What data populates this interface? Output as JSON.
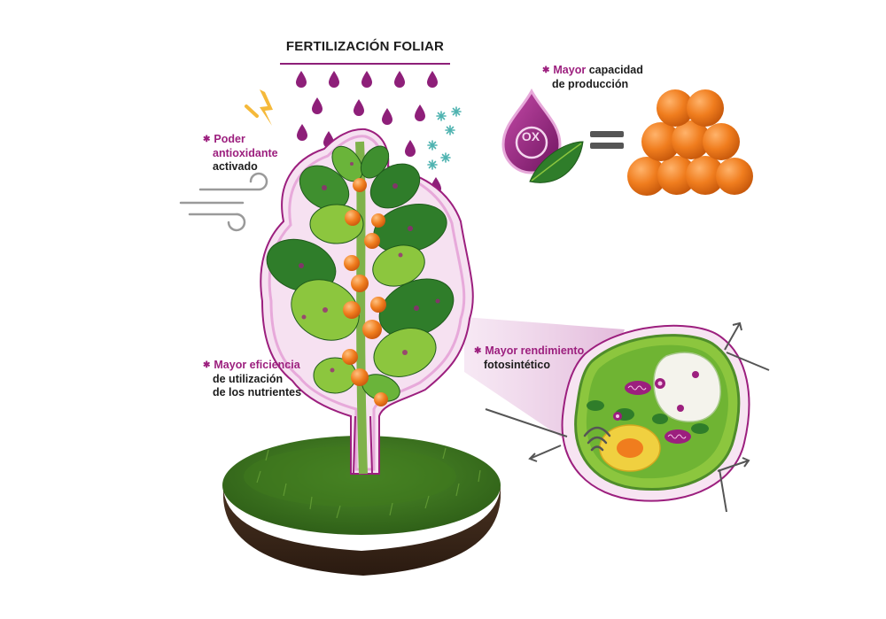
{
  "title": "FERTILIZACIÓN FOLIAR",
  "labels": {
    "antioxidant": {
      "accent_l1": "Poder",
      "accent_l2": "antioxidante",
      "plain": "activado"
    },
    "capacity": {
      "accent": "Mayor",
      "plain_l1": "capacidad",
      "plain_l2": "de producción"
    },
    "efficiency": {
      "accent": "Mayor eficiencia",
      "plain_l1": "de utilización",
      "plain_l2": "de los nutrientes"
    },
    "photosynthesis": {
      "accent": "Mayor rendimiento",
      "plain": "fotosintético"
    }
  },
  "ox_symbol": "OX",
  "colors": {
    "accent": "#9c1f7e",
    "leaf_dark": "#2f7d2a",
    "leaf_light": "#8cc63e",
    "orange": "#f07d1e",
    "halo": "#e8b6dd",
    "drop": "#8e1f79"
  },
  "icons": [
    "droplet-icon",
    "lightning-icon",
    "wind-icon",
    "snowflake-icon",
    "equals-icon",
    "arrow-icon"
  ]
}
